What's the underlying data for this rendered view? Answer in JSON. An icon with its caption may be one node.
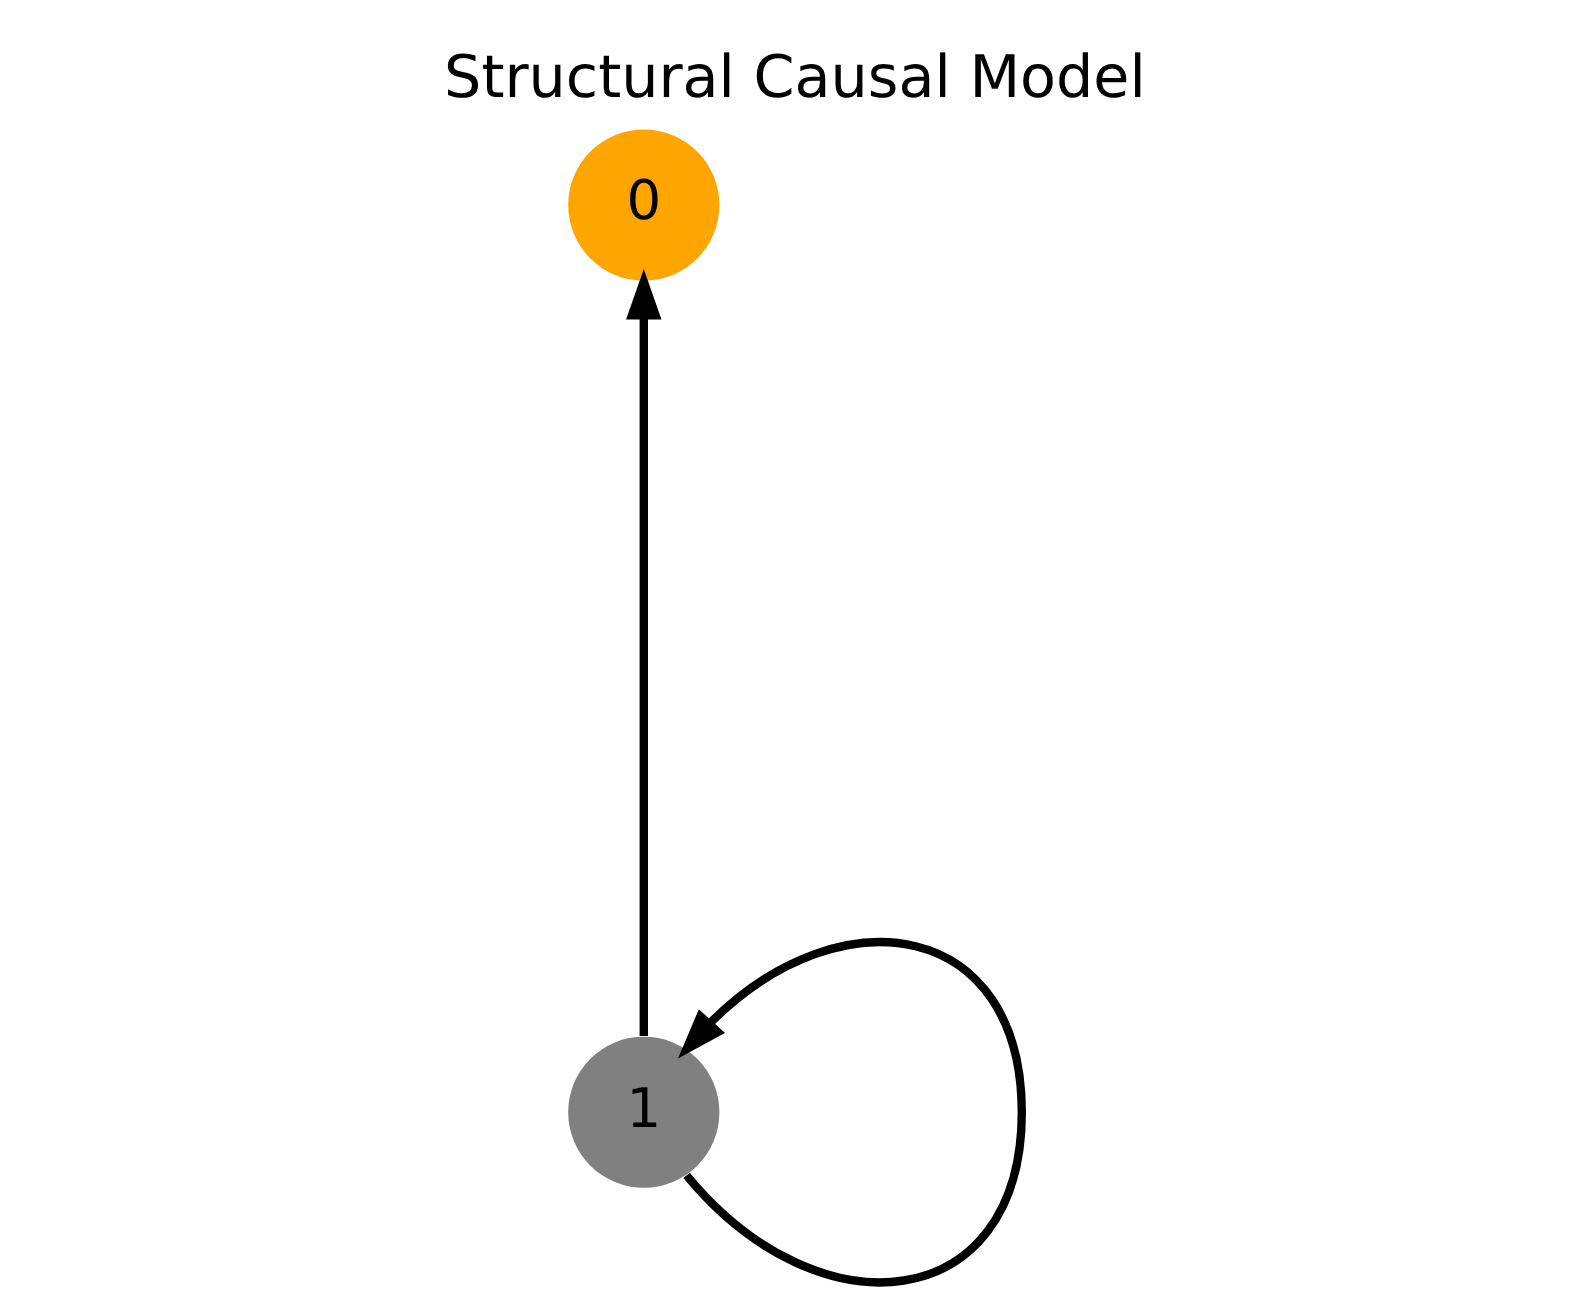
{
  "diagram": {
    "title": "Structural Causal Model",
    "nodes": [
      {
        "text": [
          "0"
        ]
      },
      {
        "text": [
          "1"
        ]
      }
    ],
    "edges": [
      {
        "from": 1,
        "to": 1,
        "arrow": "to"
      },
      {
        "from": 1,
        "to": 0,
        "arrow": "to"
      }
    ]
  }
}
